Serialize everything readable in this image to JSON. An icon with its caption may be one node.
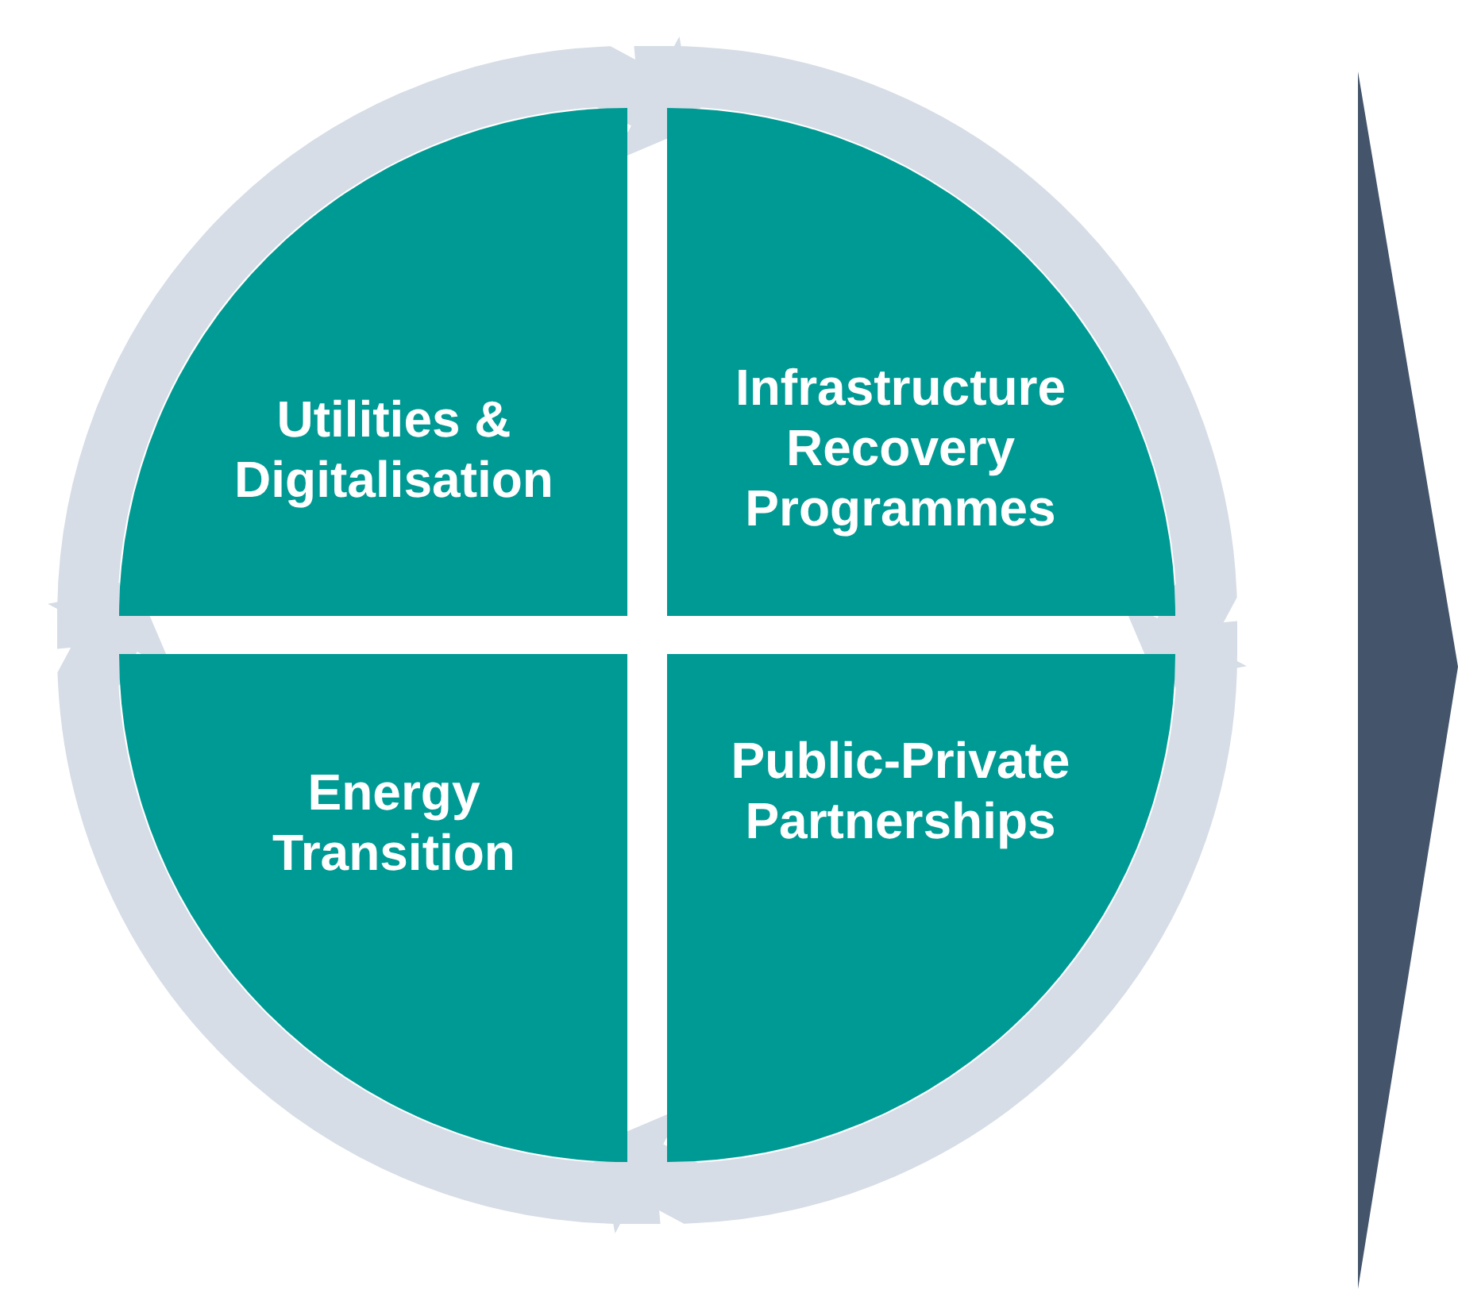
{
  "diagram": {
    "nodes": [
      {
        "text": [
          "Utilities & Digitalisation"
        ]
      },
      {
        "text": [
          "Infrastructure Recovery Programmes"
        ]
      },
      {
        "text": [
          "Energy Transition"
        ]
      },
      {
        "text": [
          "Public-Private Partnerships"
        ]
      }
    ],
    "edges": [
      {
        "from": 0,
        "to": 1,
        "arrow": "to"
      },
      {
        "from": 1,
        "to": 3,
        "arrow": "to"
      },
      {
        "from": 3,
        "to": 2,
        "arrow": "to"
      },
      {
        "from": 2,
        "to": 0,
        "arrow": "to"
      }
    ]
  }
}
